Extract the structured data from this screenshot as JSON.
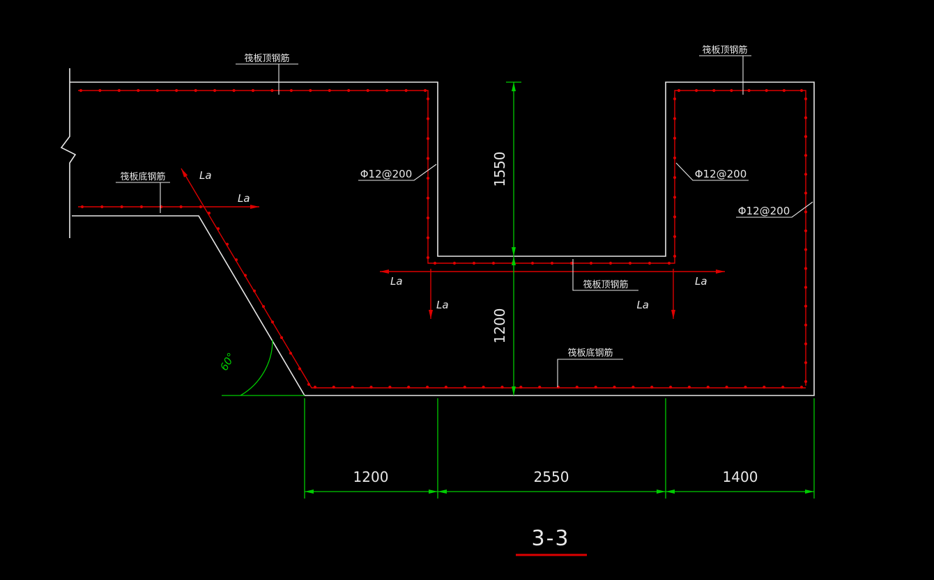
{
  "drawing_title": {
    "text": "3-3"
  },
  "labels": {
    "raft_top_rebar": "筏板顶钢筋",
    "raft_bottom_rebar": "筏板底钢筋",
    "rebar_spec": "Φ12@200",
    "anchorage_length": "La",
    "slope_angle": "60°"
  },
  "dimensions": {
    "pit_depth": "1550",
    "lower_slab_thickness": "1200",
    "bottom_seg_1": "1200",
    "bottom_seg_2": "2550",
    "bottom_seg_3": "1400"
  },
  "colors": {
    "background": "#000000",
    "outline": "#e8e8e8",
    "rebar": "#dd0000",
    "dimension": "#00cc00",
    "text": "#e8e8e8",
    "title_underline": "#dd0000"
  }
}
